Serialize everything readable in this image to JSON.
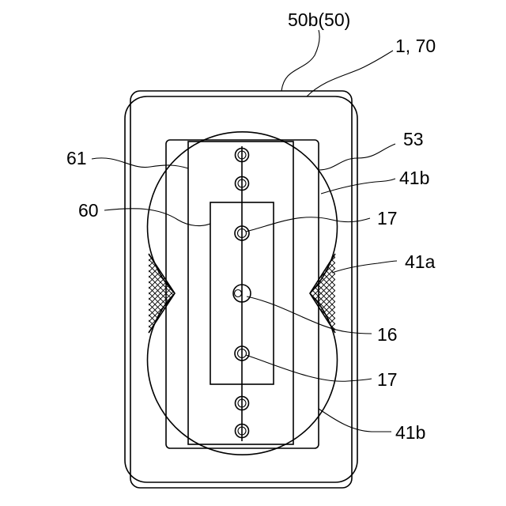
{
  "labels": {
    "l50b": "50b(50)",
    "l1_70": "1, 70",
    "l53": "53",
    "l61": "61",
    "l41b_upper": "41b",
    "l60": "60",
    "l17_upper": "17",
    "l41a": "41a",
    "l16": "16",
    "l17_lower": "17",
    "l41b_lower": "41b"
  },
  "colors": {
    "line": "#000000",
    "background": "#ffffff"
  }
}
